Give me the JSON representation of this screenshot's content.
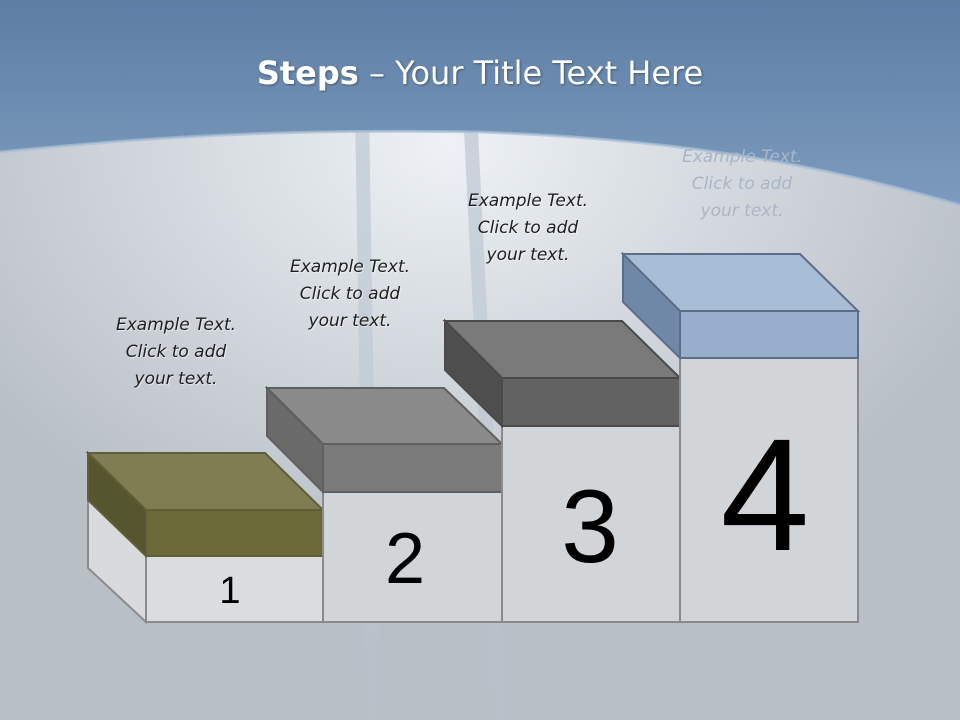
{
  "title": {
    "bold": "Steps",
    "rest": " – Your Title Text Here"
  },
  "steps": [
    {
      "number": "1",
      "caption": "Example Text.\nClick  to add\nyour text."
    },
    {
      "number": "2",
      "caption": "Example Text.\nClick  to add\nyour text."
    },
    {
      "number": "3",
      "caption": "Example Text.\nClick  to add\nyour text."
    },
    {
      "number": "4",
      "caption": "Example Text.\nClick  to add\nyour text."
    }
  ],
  "colors": {
    "header_blue": "#6f8fb3",
    "step1_top": "#7e7e52",
    "step1_front": "#6b6936",
    "step1_side": "#55552e",
    "step2_top": "#8a8a8a",
    "step2_front": "#7a7a7a",
    "step2_side": "#6a6a6a",
    "step3_top": "#7a7a7a",
    "step3_front": "#626262",
    "step3_side": "#4e4e4e",
    "step4_top": "#a8bdd6",
    "step4_front": "#97afcc",
    "step4_side": "#7088a8"
  }
}
